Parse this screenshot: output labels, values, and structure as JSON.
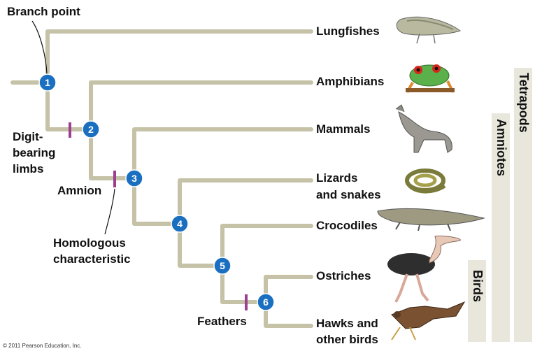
{
  "labels": {
    "branch_point": "Branch point",
    "digit_line1": "Digit-",
    "digit_line2": "bearing",
    "digit_line3": "limbs",
    "amnion": "Amnion",
    "homologous_line1": "Homologous",
    "homologous_line2": "characteristic",
    "feathers": "Feathers",
    "copyright": "© 2011 Pearson Education, Inc."
  },
  "taxa": {
    "lungfishes": "Lungfishes",
    "amphibians": "Amphibians",
    "mammals": "Mammals",
    "lizards_line1": "Lizards",
    "lizards_line2": "and snakes",
    "crocodiles": "Crocodiles",
    "ostriches": "Ostriches",
    "hawks_line1": "Hawks and",
    "hawks_line2": "other birds"
  },
  "nodes": [
    "1",
    "2",
    "3",
    "4",
    "5",
    "6"
  ],
  "groups": {
    "tetrapods": "Tetrapods",
    "amniotes": "Amniotes",
    "birds": "Birds"
  },
  "colors": {
    "branch": "#c5c2a8",
    "node": "#1a6fc0",
    "trait_mark": "#9b3f8f",
    "group_bar": "#e9e7dc"
  }
}
